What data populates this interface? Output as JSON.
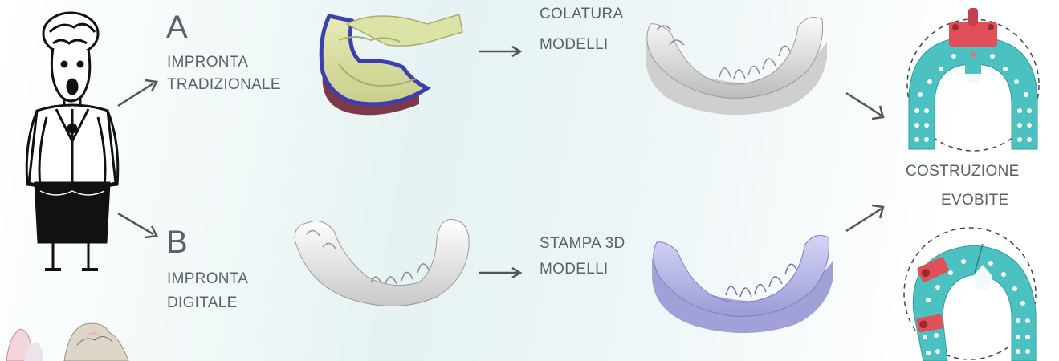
{
  "branch_a": {
    "letter": "A",
    "line1": "IMPRONTA",
    "line2": "TRADIZIONALE"
  },
  "branch_b": {
    "letter": "B",
    "line1": "IMPRONTA",
    "line2": "DIGITALE"
  },
  "step_a": {
    "line1": "COLATURA",
    "line2": "MODELLI"
  },
  "step_b": {
    "line1": "STAMPA 3D",
    "line2": "MODELLI"
  },
  "result": {
    "line1": "COSTRUZIONE",
    "line2": "EVOBITE"
  },
  "colors": {
    "arrow": "#555555",
    "tray": "#d9dfa0",
    "tray_border": "#3b3fb0",
    "tray_base": "#7c3a48",
    "plaster": "#e9e9e9",
    "printed": "#b7b9e6",
    "evobite": "#4cc1c2",
    "clamp": "#e05058"
  }
}
